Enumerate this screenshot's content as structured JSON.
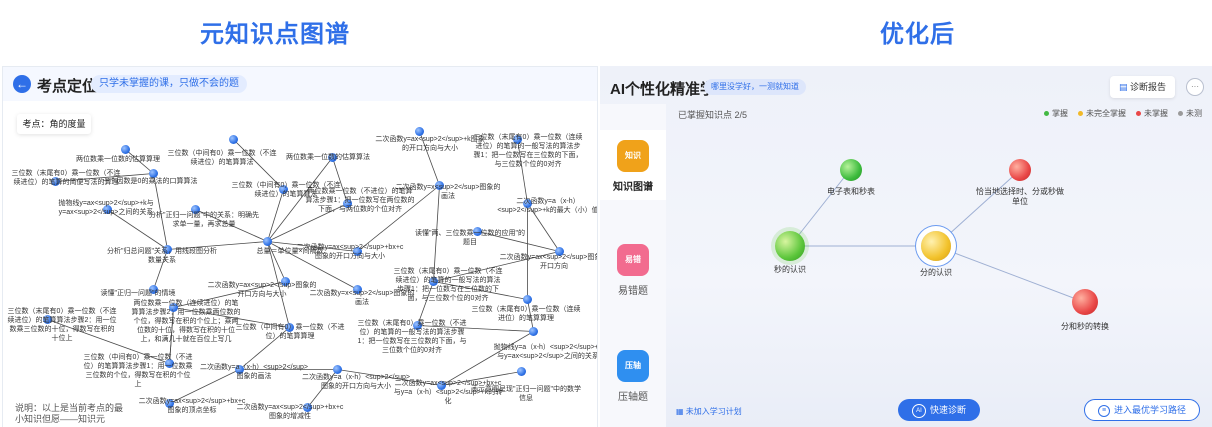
{
  "headers": {
    "left": "元知识点图谱",
    "right": "优化后"
  },
  "left_panel": {
    "back_icon": "←",
    "title": "考点定位",
    "tag": "只学未掌握的课，只做不会的题",
    "topic": "考点：角的度量",
    "note": "说明：以上是当前考点的最小知识但愿——知识元",
    "nodes": [
      {
        "label": "两位数乘一位数的估算算理"
      },
      {
        "label": "三位数（中间有0）乘一位数（不连续进位）的笔算算法"
      },
      {
        "label": "两位数乘一位数的估算算法"
      },
      {
        "label": "二次函数y=ax<sup>2</sup>+k图象的开口方向与大小"
      },
      {
        "label": "三位数（末尾有0）乘一位数（连续进位）的笔算的一般写法的算法步骤1：把一位数写在三位数的下面，与三位数个位的0对齐"
      },
      {
        "label": "三位数（末尾有0）乘一位数（不连续进位）的笔算的简便写法的算理"
      },
      {
        "label": "一个因数是0的乘法的口算算法"
      },
      {
        "label": "抛物线y=ax<sup>2</sup>+k与y=ax<sup>2</sup>之间的关系"
      },
      {
        "label": "分析\"正归一问题\"中的关系：明确先求单一量，再求总量"
      },
      {
        "label": "三位数（中间有0）乘一位数（不连续进位）的笔算算法"
      },
      {
        "label": "两位数乘一位数（不进位）的笔算算法步骤1：把一位数写在两位数的下面，与两位数的个位对齐"
      },
      {
        "label": "二次函数y=x<sup>2</sup>图象的画法"
      },
      {
        "label": "二次函数y=a（x-h）<sup>2</sup>+k的最大（小）值"
      },
      {
        "label": "读懂\"两、三位数乘一位数的应用\"的题目"
      },
      {
        "label": "分析\"归总问题\"关系，用线段图分析数量关系"
      },
      {
        "label": "总量＝单位量×间隔数"
      },
      {
        "label": "二次函数y=ax<sup>2</sup>+bx+c图象的开口方向与大小"
      },
      {
        "label": "二次函数y=ax<sup>2</sup>图象的开口方向"
      },
      {
        "label": "读懂\"正归一问题\"的情境"
      },
      {
        "label": "二次函数y=ax<sup>2</sup>图象的开口方向与大小"
      },
      {
        "label": "二次函数y=x<sup>2</sup>图象的画法"
      },
      {
        "label": "三位数（末尾有0）乘一位数（不连续进位）的笔算的一般写法的算法步骤1：把一位数写在三位数的下面，与三位数个位的0对齐"
      },
      {
        "label": "三位数（末尾有0）乘一位数（连续进位）的笔算算理"
      },
      {
        "label": "三位数（末尾有0）乘一位数（不连续进位）的笔算算法步骤2：用一位数乘三位数的十位，得数写在积的十位上"
      },
      {
        "label": "两位数乘一位数（连续进位）的笔算算法步骤2：用一位数乘两位数的个位，得数写在积的个位上；乘两位数的十位，得数写在积的十位上，和满几十就在百位上写几"
      },
      {
        "label": "三位数（中间有0）乘一位数（不进位）的笔算算理"
      },
      {
        "label": "三位数（末尾有0）乘一位数（不进位）的笔算的一般写法的算法步骤1：把一位数写在三位数的下面，与三位数个位的0对齐"
      },
      {
        "label": "抛物线y=a（x-h）<sup>2</sup>+k与y=ax<sup>2</sup>之间的关系"
      },
      {
        "label": "三位数（中间有0）乘一位数（不进位）的笔算算法步骤1：用一位数乘三位数的个位，得数写在积的个位上"
      },
      {
        "label": "二次函数y=a（x-h）<sup>2</sup>图象的画法"
      },
      {
        "label": "二次函数y=a（x-h）<sup>2</sup>图象的开口方向与大小"
      },
      {
        "label": "二次函数y=ax<sup>2</sup>+bx+c与y=a（x-h）<sup>2</sup>+k的转化"
      },
      {
        "label": "画示意图呈现\"正归一问题\"中的数学信息"
      },
      {
        "label": "二次函数y=ax<sup>2</sup>+bx+c图象的顶点坐标"
      },
      {
        "label": "二次函数y=ax<sup>2</sup>+bx+c图象的增减性"
      }
    ]
  },
  "right_panel": {
    "title": "AI个性化精准学",
    "tag": "哪里没学好，一测就知道",
    "diag_button": "诊断报告",
    "more_icon": "···",
    "sidebar": [
      {
        "label": "知识图谱",
        "icon_text": "知识",
        "color": "#f0a21a",
        "active": true
      },
      {
        "label": "易错题",
        "icon_text": "易错",
        "color": "#f26b8f",
        "active": false
      },
      {
        "label": "压轴题",
        "icon_text": "压轴",
        "color": "#2f8ff0",
        "active": false
      }
    ],
    "progress": "已掌握知识点 2/5",
    "legend": [
      {
        "label": "掌握",
        "color": "#43b943"
      },
      {
        "label": "未完全掌握",
        "color": "#f1b928"
      },
      {
        "label": "未掌握",
        "color": "#e94747"
      },
      {
        "label": "未测",
        "color": "#9a9a9a"
      }
    ],
    "nodes": [
      {
        "label": "电子表和秒表",
        "status": "mastered",
        "color": "#3dbb3d"
      },
      {
        "label": "秒的认识",
        "status": "mastered",
        "color": "#5cc63b"
      },
      {
        "label": "分的认识",
        "status": "partial",
        "color": "#f2c22b"
      },
      {
        "label": "恰当地选择时、分或秒做单位",
        "status": "not_mastered",
        "color": "#e94747"
      },
      {
        "label": "分和秒的转换",
        "status": "not_mastered",
        "color": "#e94747"
      }
    ],
    "plan_link": "未加入学习计划",
    "plan_icon": "▦",
    "quick_button": "快速诊断",
    "quick_icon": "AI",
    "path_button": "进入最优学习路径",
    "path_icon": "≡"
  }
}
